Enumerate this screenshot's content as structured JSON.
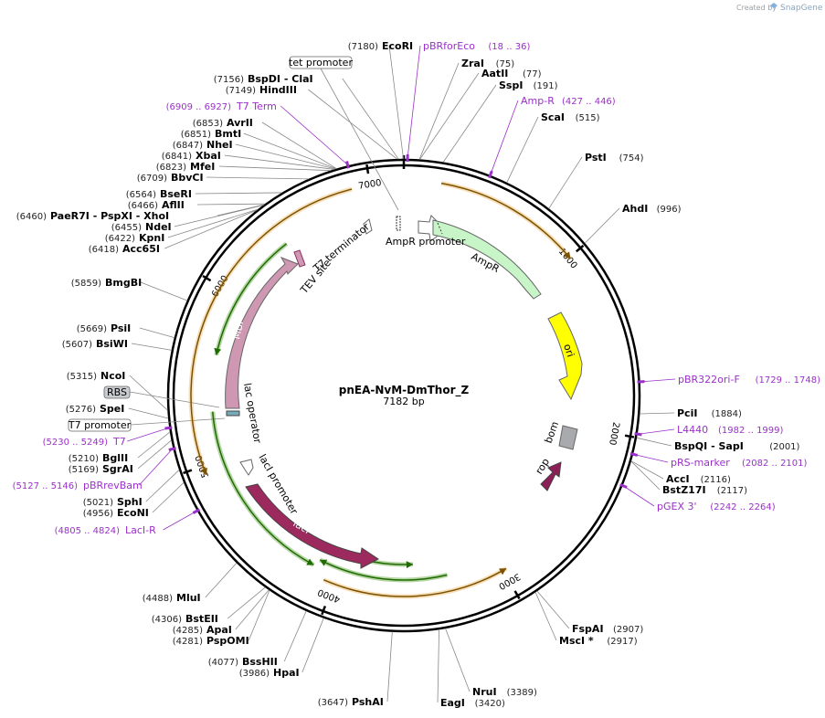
{
  "branding": {
    "created_by": "Created by",
    "app": "SnapGene"
  },
  "plasmid": {
    "name": "pnEA-NvM-DmThor_Z",
    "length_label": "7182 bp",
    "length": 7182
  },
  "ticks": [
    "1000",
    "2000",
    "3000",
    "4000",
    "5000",
    "6000",
    "7000"
  ],
  "sites": [
    {
      "pos": "(7180)",
      "name": "EcoRI"
    },
    {
      "pos": "(75)",
      "name": "ZraI"
    },
    {
      "pos": "(77)",
      "name": "AatII"
    },
    {
      "pos": "(191)",
      "name": "SspI"
    },
    {
      "pos": "(515)",
      "name": "ScaI"
    },
    {
      "pos": "(754)",
      "name": "PstI"
    },
    {
      "pos": "(996)",
      "name": "AhdI"
    },
    {
      "pos": "(1884)",
      "name": "PciI"
    },
    {
      "pos": "(2001)",
      "name": "BspQI  - SapI"
    },
    {
      "pos": "(2116)",
      "name": "AccI"
    },
    {
      "pos": "(2117)",
      "name": "BstZ17I"
    },
    {
      "pos": "(2907)",
      "name": "FspAI"
    },
    {
      "pos": "(2917)",
      "name": "MscI *"
    },
    {
      "pos": "(3389)",
      "name": "NruI"
    },
    {
      "pos": "(3420)",
      "name": "EagI"
    },
    {
      "pos": "(3647)",
      "name": "PshAI"
    },
    {
      "pos": "(3986)",
      "name": "HpaI"
    },
    {
      "pos": "(4077)",
      "name": "BssHII"
    },
    {
      "pos": "(4281)",
      "name": "PspOMI"
    },
    {
      "pos": "(4285)",
      "name": "ApaI"
    },
    {
      "pos": "(4306)",
      "name": "BstEII"
    },
    {
      "pos": "(4488)",
      "name": "MluI"
    },
    {
      "pos": "(4956)",
      "name": "EcoNI"
    },
    {
      "pos": "(5021)",
      "name": "SphI"
    },
    {
      "pos": "(5169)",
      "name": "SgrAI"
    },
    {
      "pos": "(5210)",
      "name": "BglII"
    },
    {
      "pos": "(5276)",
      "name": "SpeI"
    },
    {
      "pos": "(5315)",
      "name": "NcoI"
    },
    {
      "pos": "(5607)",
      "name": "BsiWI"
    },
    {
      "pos": "(5669)",
      "name": "PsiI"
    },
    {
      "pos": "(5859)",
      "name": "BmgBI"
    },
    {
      "pos": "(6418)",
      "name": "Acc65I"
    },
    {
      "pos": "(6422)",
      "name": "KpnI"
    },
    {
      "pos": "(6455)",
      "name": "NdeI"
    },
    {
      "pos": "(6460)",
      "name": "PaeR7I   - PspXI   - XhoI"
    },
    {
      "pos": "(6466)",
      "name": "AflII"
    },
    {
      "pos": "(6564)",
      "name": "BseRI"
    },
    {
      "pos": "(6709)",
      "name": "BbvCI"
    },
    {
      "pos": "(6823)",
      "name": "MfeI"
    },
    {
      "pos": "(6841)",
      "name": "XbaI"
    },
    {
      "pos": "(6847)",
      "name": "NheI"
    },
    {
      "pos": "(6851)",
      "name": "BmtI"
    },
    {
      "pos": "(6853)",
      "name": "AvrII"
    },
    {
      "pos": "(7149)",
      "name": "HindIII"
    },
    {
      "pos": "(7156)",
      "name": "BspDI   - ClaI"
    }
  ],
  "primers": [
    {
      "name": "pBRforEco",
      "range": "(18 .. 36)"
    },
    {
      "name": "Amp-R",
      "range": "(427 .. 446)"
    },
    {
      "name": "pBR322ori-F",
      "range": "(1729 .. 1748)"
    },
    {
      "name": "L4440",
      "range": "(1982 .. 1999)"
    },
    {
      "name": "pRS-marker",
      "range": "(2082 .. 2101)"
    },
    {
      "name": "pGEX 3'",
      "range": "(2242 .. 2264)"
    },
    {
      "name": "LacI-R",
      "range": "(4805 .. 4824)"
    },
    {
      "name": "pBRrevBam",
      "range": "(5127 .. 5146)"
    },
    {
      "name": "T7",
      "range": "(5230 .. 5249)"
    },
    {
      "name": "T7 Term",
      "range": "(6909 .. 6927)"
    }
  ],
  "boxed_labels": [
    "tet promoter",
    "RBS",
    "T7 promoter"
  ],
  "features": {
    "ampr_promoter": "AmpR promoter",
    "ampr": "AmpR",
    "ori": "ori",
    "bom": "bom",
    "rop": "rop",
    "laci_promoter": "lacI promoter",
    "laci": "lacI",
    "lac_operator": "lac operator",
    "mbp": "MBP",
    "tev_site": "TEV site",
    "t7_terminator": "T7 terminator"
  },
  "colors": {
    "ampr": "#c8f5c8",
    "ori": "#ffff00",
    "bom": "#a8aaad",
    "rop": "#8c1f55",
    "laci": "#9c2a5e",
    "mbp": "#cf98b2",
    "primer": "#9b30c9",
    "orf_orange": "#e8a23a",
    "orf_green": "#2e8a00"
  }
}
